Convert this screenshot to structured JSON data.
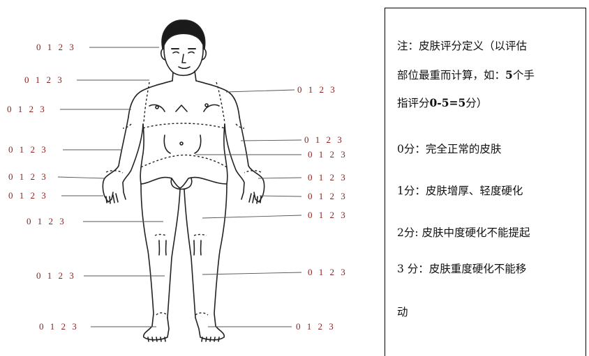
{
  "scale_label": "0 1 2 3",
  "legend": {
    "note_line1": "注：皮肤评分定义（以评估",
    "note_line2_a": "部位最重而计算，如：",
    "note_line2_b": "5",
    "note_line2_c": "个手",
    "note_line3_a": "指评分",
    "note_line3_b": "0-5=5",
    "note_line3_c": "分）",
    "score0": "0分：完全正常的皮肤",
    "score1": "1分：皮肤增厚、轻度硬化",
    "score2": "2分: 皮肤中度硬化不能提起",
    "score3_line1": "3 分：皮肤重度硬化不能移",
    "score3_line2": "动"
  },
  "colors": {
    "scale_text": "#8b1e1e",
    "outline": "#000000"
  }
}
